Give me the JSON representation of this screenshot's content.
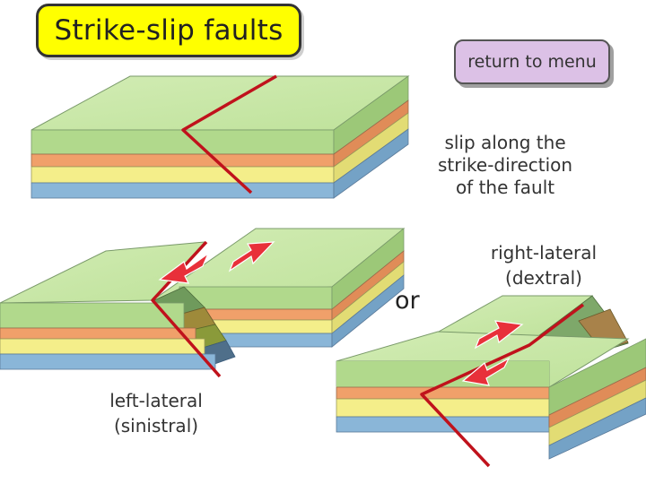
{
  "title": "Strike-slip faults",
  "menu_button": "return to menu",
  "description": [
    "slip along the",
    "strike-direction",
    "of the fault"
  ],
  "connector": "or",
  "right_lateral": [
    "right-lateral",
    "(dextral)"
  ],
  "left_lateral": [
    "left-lateral",
    "(sinistral)"
  ],
  "colors": {
    "title_bg": "#ffff00",
    "menu_bg": "#dcc1e6",
    "top_surface": "#c6e6a4",
    "green_layer": "#b1d98c",
    "orange_layer": "#f0a06a",
    "yellow_layer": "#f4ee8a",
    "blue_layer": "#8ab6d8",
    "fault_line": "#c0121c",
    "arrow": "#e8303a"
  }
}
